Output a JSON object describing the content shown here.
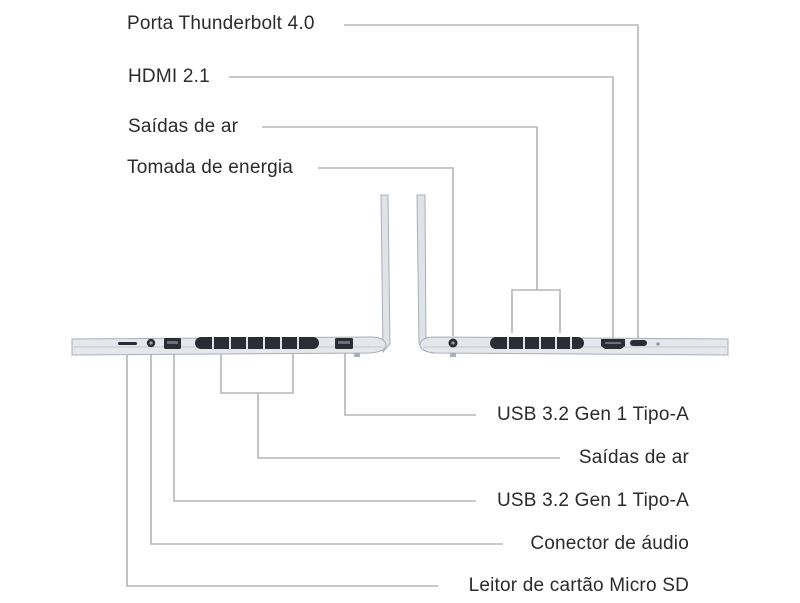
{
  "top_labels": [
    {
      "id": "thunderbolt",
      "text": "Porta Thunderbolt 4.0"
    },
    {
      "id": "hdmi",
      "text": "HDMI 2.1"
    },
    {
      "id": "vents-right",
      "text": "Saídas de ar"
    },
    {
      "id": "power",
      "text": "Tomada de energia"
    }
  ],
  "bottom_labels": [
    {
      "id": "usb-a-1",
      "text": "USB 3.2 Gen 1 Tipo-A"
    },
    {
      "id": "vents-left",
      "text": "Saídas de ar"
    },
    {
      "id": "usb-a-2",
      "text": "USB 3.2 Gen 1 Tipo-A"
    },
    {
      "id": "audio",
      "text": "Conector de áudio"
    },
    {
      "id": "microsd",
      "text": "Leitor de cartão Micro SD"
    }
  ],
  "colors": {
    "leader": "#b5b5b5",
    "chassis": "#dfe3e8",
    "chassis_edge": "#a9afb8",
    "port": "#2a2d33",
    "text": "#2b2b2b"
  }
}
